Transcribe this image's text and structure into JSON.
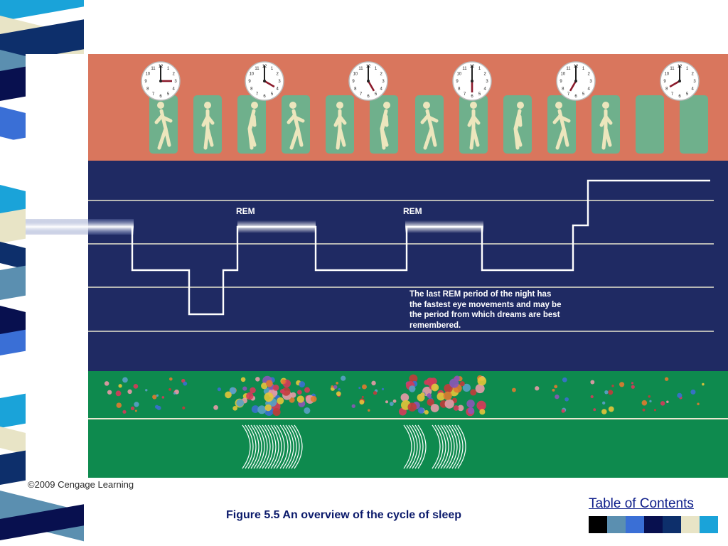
{
  "figure": {
    "credit": "©2009 Cengage Learning",
    "rem_labels": [
      "REM",
      "REM"
    ],
    "note_lines": [
      "The last REM period of the night has",
      "the fastest eye movements and may be",
      "the period from which dreams are best",
      "remembered."
    ],
    "clocks": [
      {
        "hour": 3,
        "minute": 0
      },
      {
        "hour": 4,
        "minute": 0
      },
      {
        "hour": 5,
        "minute": 0
      },
      {
        "hour": 6,
        "minute": 0
      },
      {
        "hour": 7,
        "minute": 0
      },
      {
        "hour": 8,
        "minute": 0
      }
    ],
    "colors": {
      "sleepers_bg": "#d9765d",
      "eeg_bg": "#1f2a63",
      "eye_bg": "#0e8a4e",
      "bed": "#6fb08c",
      "figure_fill": "#ece6bd",
      "clock_hand": "#8b1a2b"
    }
  },
  "caption": "Figure 5.5  An overview of the cycle of sleep",
  "nav": {
    "toc_label": "Table of Contents"
  },
  "swatches": [
    "#000000",
    "#5b8fb0",
    "#3a6fd6",
    "#08104f",
    "#0d2f6b",
    "#e8e4c6",
    "#1aa3d9"
  ],
  "stripe_colors": [
    "#1aa3d9",
    "#e8e4c6",
    "#0d2f6b",
    "#5b8fb0",
    "#08104f",
    "#3a6fd6",
    "#ffffff"
  ]
}
